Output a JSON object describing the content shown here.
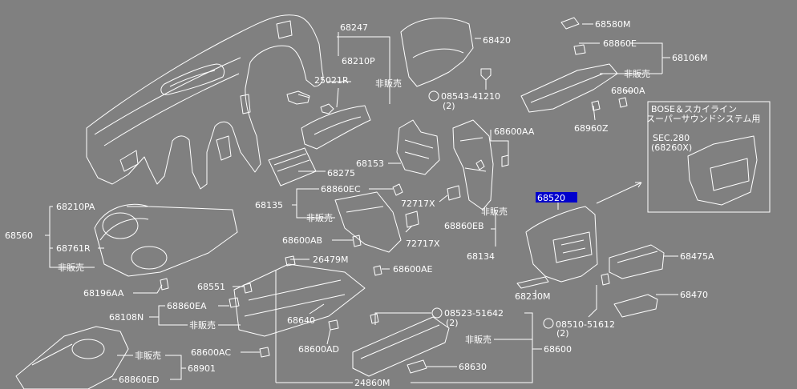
{
  "diagram": {
    "colors": {
      "background": "#808080",
      "line": "#ffffff",
      "highlight": "#0000cc"
    },
    "labels": {
      "p68247": "68247",
      "p68210P": "68210P",
      "p25021R": "25021R",
      "hanbai_top": "非販売",
      "p68420": "68420",
      "p08543": "08543-41210",
      "p08543_qty": "(2)",
      "p68580M": "68580M",
      "p68860E": "68860E",
      "hanbai_right": "非販売",
      "p68106M": "68106M",
      "p68600A": "68600A",
      "p68960Z": "68960Z",
      "inset_line1": "BOSE＆スカイライン",
      "inset_line2": "スーパーサウンドシステム用",
      "inset_sec": "SEC.280",
      "inset_ref": "(68260X)",
      "p68600AA": "68600AA",
      "p68153": "68153",
      "p68275": "68275",
      "p68860EC": "68860EC",
      "p68135": "68135",
      "hanbai_68135": "非販売",
      "p72717X_a": "72717X",
      "p72717X_b": "72717X",
      "p68860EB": "68860EB",
      "hanbai_eb": "非販売",
      "p68134": "68134",
      "p68600AB": "68600AB",
      "p68520": "68520",
      "p68210PA": "68210PA",
      "p68560": "68560",
      "p68761R": "68761R",
      "hanbai_left": "非販売",
      "p68196AA": "68196AA",
      "p26479M": "26479M",
      "p68600AE": "68600AE",
      "p68475A": "68475A",
      "p68551": "68551",
      "p68860EA": "68860EA",
      "p68108N": "68108N",
      "hanbai_108": "非販売",
      "p68640": "68640",
      "p08523": "08523-51642",
      "p08523_qty": "(2)",
      "p68230M": "68230M",
      "p68470": "68470",
      "p08510": "08510-51612",
      "p08510_qty": "(2)",
      "p68600AD": "68600AD",
      "hanbai_600": "非販売",
      "p68600": "68600",
      "p68600AC": "68600AC",
      "hanbai_901": "非販売",
      "p68901": "68901",
      "p68860ED": "68860ED",
      "p68630": "68630",
      "p24860M": "24860M"
    }
  }
}
